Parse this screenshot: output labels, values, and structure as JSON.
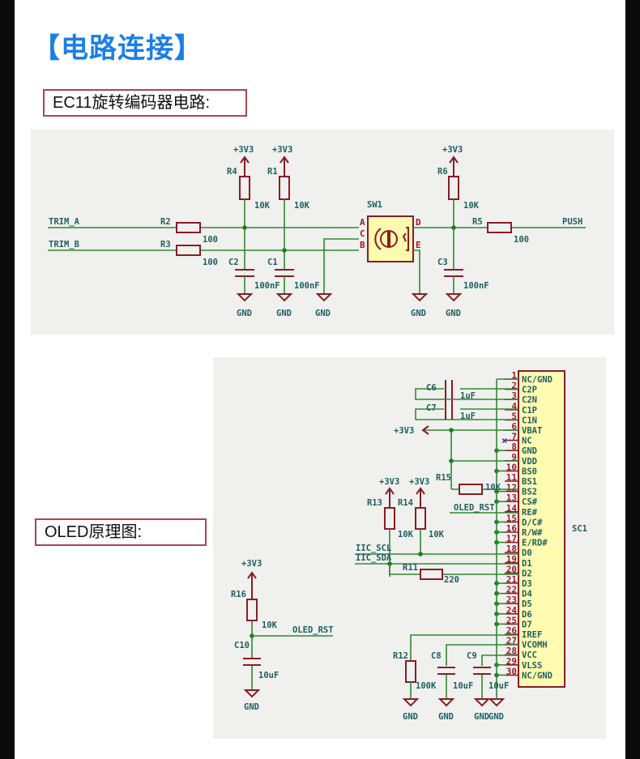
{
  "page": {
    "title": "【电路连接】",
    "colors": {
      "accent": "#1a7fe6",
      "box_border": "#a6474f",
      "wire": "#2f8a2f",
      "component": "#8a1c24",
      "label": "#1f6060",
      "panel": "#f0f0ee",
      "chip_fill": "#fffbb0"
    }
  },
  "encoder_section": {
    "heading": "EC11旋转编码器电路:",
    "nets": {
      "trim_a": "TRIM_A",
      "trim_b": "TRIM_B",
      "push": "PUSH"
    },
    "power": "+3V3",
    "ground": "GND",
    "components": {
      "R1": {
        "ref": "R1",
        "value": "10K"
      },
      "R2": {
        "ref": "R2",
        "value": "100"
      },
      "R3": {
        "ref": "R3",
        "value": "100"
      },
      "R4": {
        "ref": "R4",
        "value": "10K"
      },
      "R5": {
        "ref": "R5",
        "value": "100"
      },
      "R6": {
        "ref": "R6",
        "value": "10K"
      },
      "C1": {
        "ref": "C1",
        "value": "100nF"
      },
      "C2": {
        "ref": "C2",
        "value": "100nF"
      },
      "C3": {
        "ref": "C3",
        "value": "100nF"
      },
      "SW1": {
        "ref": "SW1",
        "pins": [
          "A",
          "C",
          "B",
          "D",
          "E"
        ]
      }
    }
  },
  "oled_section": {
    "heading": "OLED原理图:",
    "chip_ref": "SC1",
    "power": "+3V3",
    "ground": "GND",
    "nets": {
      "oled_rst": "OLED_RST",
      "iic_scl": "IIC_SCL",
      "iic_sda": "IIC_SDA"
    },
    "pins": [
      {
        "num": "1",
        "name": "NC/GND"
      },
      {
        "num": "2",
        "name": "C2P"
      },
      {
        "num": "3",
        "name": "C2N"
      },
      {
        "num": "4",
        "name": "C1P"
      },
      {
        "num": "5",
        "name": "C1N"
      },
      {
        "num": "6",
        "name": "VBAT"
      },
      {
        "num": "7",
        "name": "NC"
      },
      {
        "num": "8",
        "name": "GND"
      },
      {
        "num": "9",
        "name": "VDD"
      },
      {
        "num": "10",
        "name": "BS0"
      },
      {
        "num": "11",
        "name": "BS1"
      },
      {
        "num": "12",
        "name": "BS2"
      },
      {
        "num": "13",
        "name": "CS#"
      },
      {
        "num": "14",
        "name": "RE#"
      },
      {
        "num": "15",
        "name": "D/C#"
      },
      {
        "num": "16",
        "name": "R/W#"
      },
      {
        "num": "17",
        "name": "E/RD#"
      },
      {
        "num": "18",
        "name": "D0"
      },
      {
        "num": "19",
        "name": "D1"
      },
      {
        "num": "20",
        "name": "D2"
      },
      {
        "num": "21",
        "name": "D3"
      },
      {
        "num": "22",
        "name": "D4"
      },
      {
        "num": "23",
        "name": "D5"
      },
      {
        "num": "24",
        "name": "D6"
      },
      {
        "num": "25",
        "name": "D7"
      },
      {
        "num": "26",
        "name": "IREF"
      },
      {
        "num": "27",
        "name": "VCOMH"
      },
      {
        "num": "28",
        "name": "VCC"
      },
      {
        "num": "29",
        "name": "VLSS"
      },
      {
        "num": "30",
        "name": "NC/GND"
      }
    ],
    "components": {
      "C6": {
        "ref": "C6",
        "value": "1uF"
      },
      "C7": {
        "ref": "C7",
        "value": "1uF"
      },
      "C8": {
        "ref": "C8",
        "value": "10uF"
      },
      "C9": {
        "ref": "C9",
        "value": "10uF"
      },
      "C10": {
        "ref": "C10",
        "value": "10uF"
      },
      "R11": {
        "ref": "R11",
        "value": "220"
      },
      "R12": {
        "ref": "R12",
        "value": "100K"
      },
      "R13": {
        "ref": "R13",
        "value": "10K"
      },
      "R14": {
        "ref": "R14",
        "value": "10K"
      },
      "R15": {
        "ref": "R15",
        "value": "10K"
      },
      "R16": {
        "ref": "R16",
        "value": "10K"
      }
    },
    "no_connect_marker": "×"
  }
}
